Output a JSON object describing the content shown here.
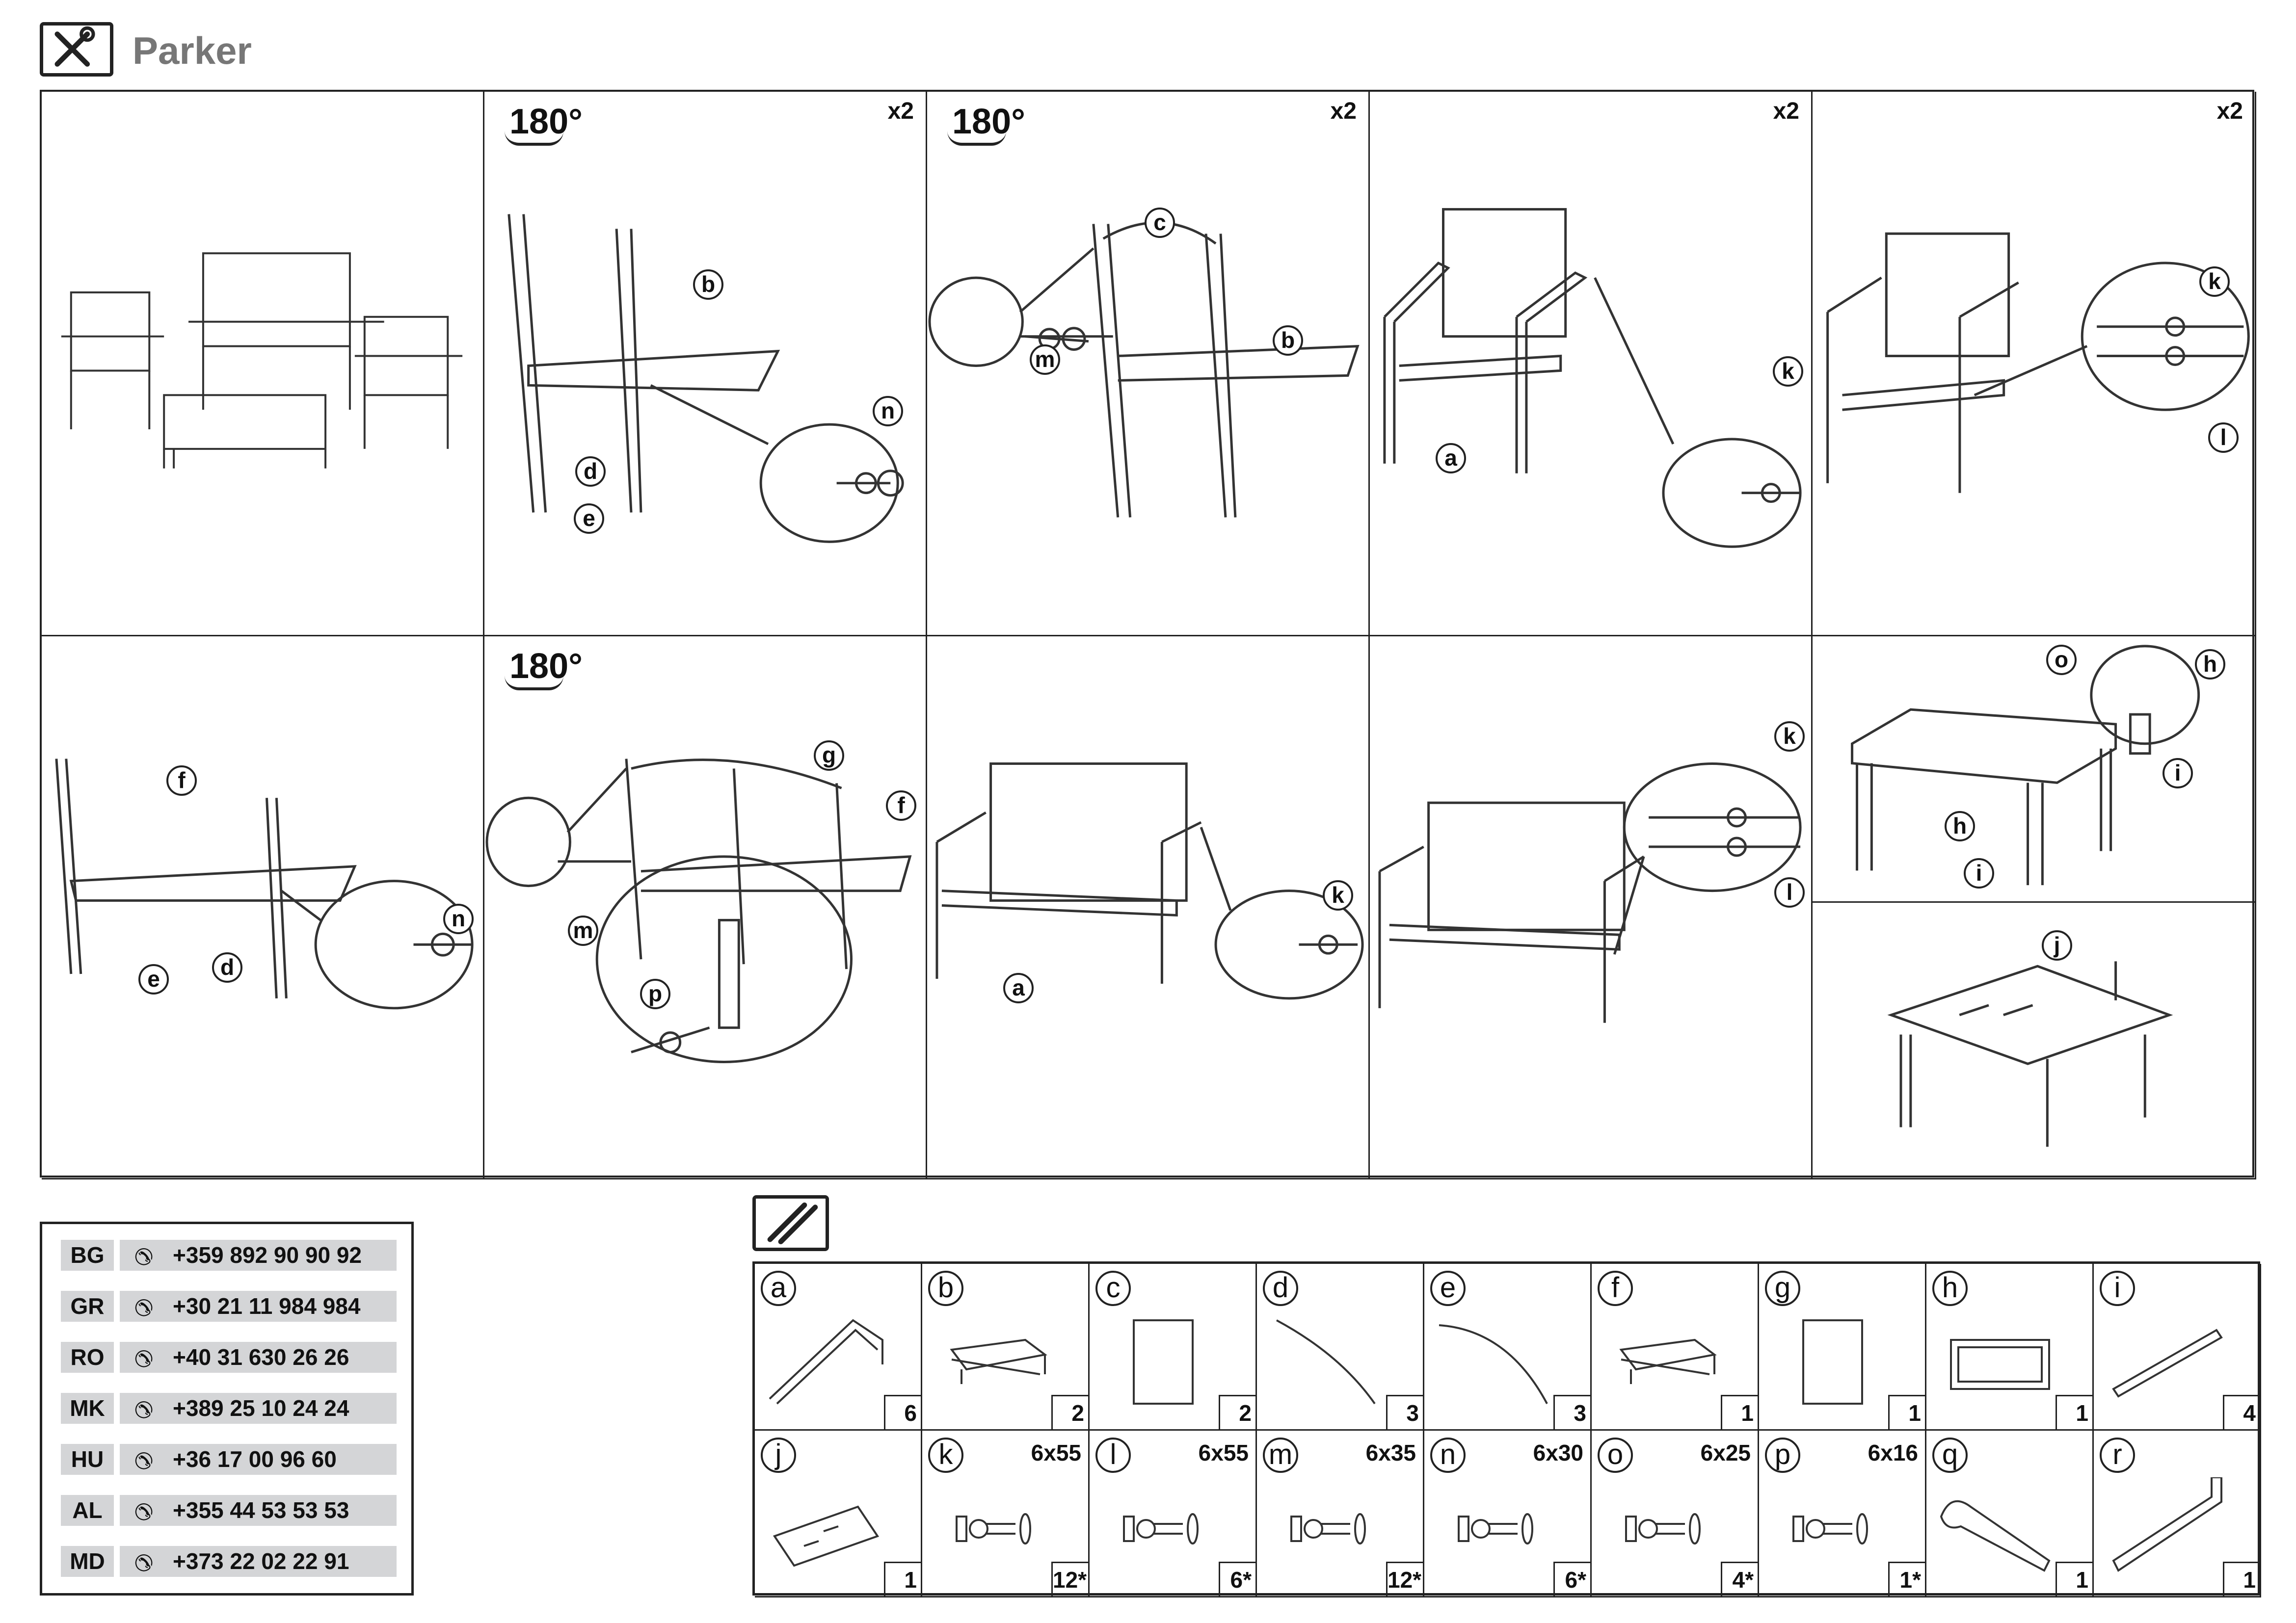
{
  "header": {
    "title": "Parker",
    "icon": "tools-icon"
  },
  "steps": {
    "rotate_label": "180°",
    "repeat_label": "x2",
    "p2": [
      "b",
      "d",
      "e",
      "n"
    ],
    "p3": [
      "c",
      "m",
      "b"
    ],
    "p4": [
      "a",
      "k"
    ],
    "p5": [
      "k",
      "l"
    ],
    "p6": [
      "f",
      "e",
      "d",
      "n"
    ],
    "p7": [
      "g",
      "f",
      "m",
      "p"
    ],
    "p8": [
      "a",
      "k"
    ],
    "p9": [
      "k",
      "l"
    ],
    "p10": [
      "o",
      "h",
      "i",
      "h",
      "i"
    ],
    "p11": [
      "j"
    ]
  },
  "phones": [
    {
      "country": "BG",
      "number": "+359 892 90 90 92"
    },
    {
      "country": "GR",
      "number": "+30 21 11 984 984"
    },
    {
      "country": "RO",
      "number": "+40 31 630 26 26"
    },
    {
      "country": "MK",
      "number": "+389 25 10 24 24"
    },
    {
      "country": "HU",
      "number": "+36 17 00 96 60"
    },
    {
      "country": "AL",
      "number": "+355 44 53 53 53"
    },
    {
      "country": "MD",
      "number": "+373 22 02 22 91"
    }
  ],
  "phone_icon": "phone-icon",
  "parts_icon": "screws-icon",
  "parts": [
    {
      "letter": "a",
      "qty": "6",
      "spec": "",
      "shape": "armrest"
    },
    {
      "letter": "b",
      "qty": "2",
      "spec": "",
      "shape": "seat"
    },
    {
      "letter": "c",
      "qty": "2",
      "spec": "",
      "shape": "sling"
    },
    {
      "letter": "d",
      "qty": "3",
      "spec": "",
      "shape": "curve"
    },
    {
      "letter": "e",
      "qty": "3",
      "spec": "",
      "shape": "curve2"
    },
    {
      "letter": "f",
      "qty": "1",
      "spec": "",
      "shape": "seat"
    },
    {
      "letter": "g",
      "qty": "1",
      "spec": "",
      "shape": "sling"
    },
    {
      "letter": "h",
      "qty": "1",
      "spec": "",
      "shape": "frame"
    },
    {
      "letter": "i",
      "qty": "4",
      "spec": "",
      "shape": "leg"
    },
    {
      "letter": "j",
      "qty": "1",
      "spec": "",
      "shape": "glass"
    },
    {
      "letter": "k",
      "qty": "12*",
      "spec": "6x55",
      "shape": "bolt"
    },
    {
      "letter": "l",
      "qty": "6*",
      "spec": "6x55",
      "shape": "bolt"
    },
    {
      "letter": "m",
      "qty": "12*",
      "spec": "6x35",
      "shape": "bolt"
    },
    {
      "letter": "n",
      "qty": "6*",
      "spec": "6x30",
      "shape": "bolt"
    },
    {
      "letter": "o",
      "qty": "4*",
      "spec": "6x25",
      "shape": "bolt"
    },
    {
      "letter": "p",
      "qty": "1*",
      "spec": "6x16",
      "shape": "bolt"
    },
    {
      "letter": "q",
      "qty": "1",
      "spec": "",
      "shape": "wrench"
    },
    {
      "letter": "r",
      "qty": "1",
      "spec": "",
      "shape": "hexkey"
    }
  ]
}
